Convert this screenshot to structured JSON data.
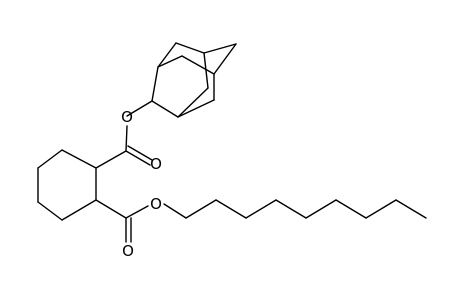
{
  "molecule": {
    "atoms": [
      {
        "id": "o1",
        "label": "O",
        "name": "ester-oxygen-adamantyl"
      },
      {
        "id": "o2",
        "label": "O",
        "name": "carbonyl-oxygen-upper"
      },
      {
        "id": "o3",
        "label": "O",
        "name": "ester-oxygen-nonyl"
      },
      {
        "id": "o4",
        "label": "O",
        "name": "carbonyl-oxygen-lower"
      }
    ]
  },
  "colors": {
    "bond": "#000000",
    "label": "#000000",
    "background": "#ffffff"
  }
}
